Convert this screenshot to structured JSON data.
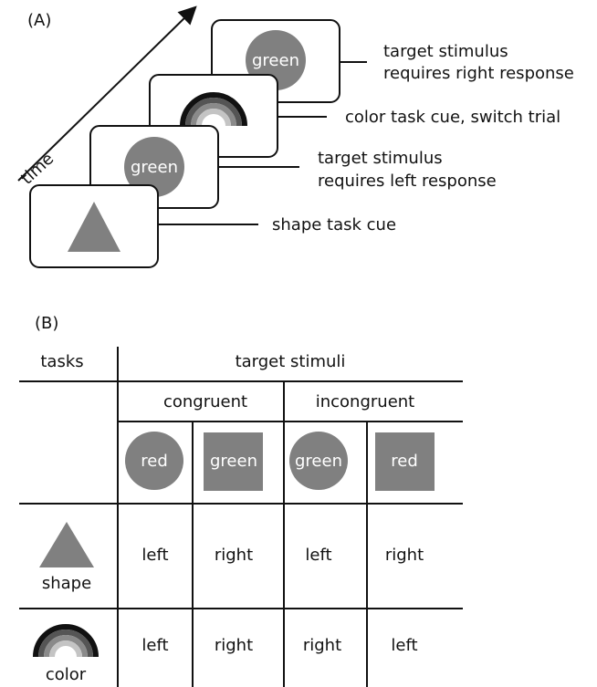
{
  "panel_a": {
    "label": "(A)",
    "time_label": "time",
    "cards": [
      {
        "stimulus_text": "green",
        "caption_lines": [
          "target stimulus",
          "requires right response"
        ]
      },
      {
        "stimulus_text": "",
        "caption_lines": [
          "color task cue, switch trial"
        ]
      },
      {
        "stimulus_text": "green",
        "caption_lines": [
          "target stimulus",
          "requires left response"
        ]
      },
      {
        "stimulus_text": "",
        "caption_lines": [
          "shape task cue"
        ]
      }
    ]
  },
  "panel_b": {
    "label": "(B)",
    "header": {
      "tasks": "tasks",
      "target_stimuli": "target stimuli",
      "congruent": "congruent",
      "incongruent": "incongruent"
    },
    "stimuli": [
      "red",
      "green",
      "green",
      "red"
    ],
    "rows": [
      {
        "task": "shape",
        "responses": [
          "left",
          "right",
          "left",
          "right"
        ]
      },
      {
        "task": "color",
        "responses": [
          "left",
          "right",
          "right",
          "left"
        ]
      }
    ]
  }
}
